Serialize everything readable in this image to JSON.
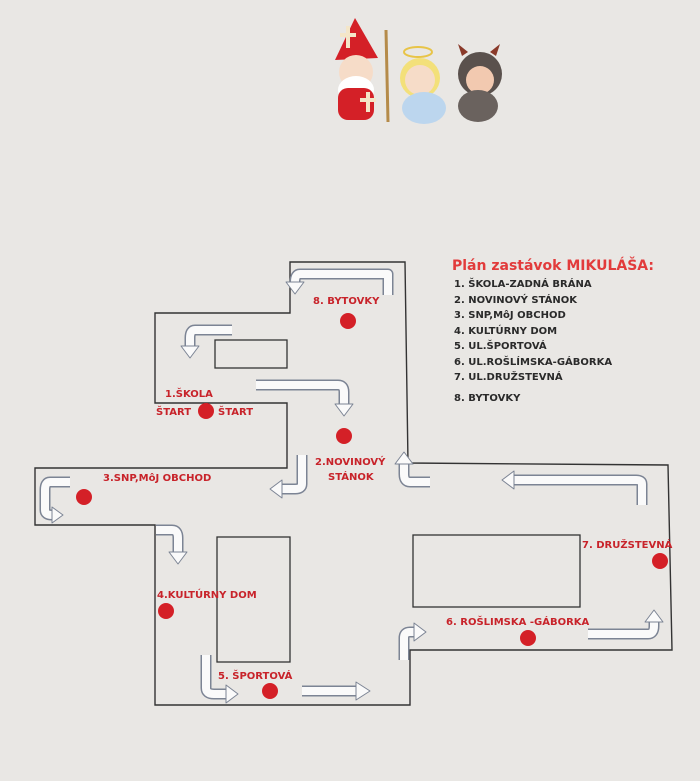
{
  "legend": {
    "title": "Plán zastávok MIKULÁŠA:",
    "items": [
      "1.  ŠKOLA-ZADNÁ BRÁNA",
      "2.  NOVINOVÝ STÁNOK",
      "3.  SNP,MôJ OBCHOD",
      "4.  KULTÚRNY DOM",
      "5.  UL.ŠPORTOVÁ",
      "6.  UL.ROŠLÍMSKA-GÁBORKA",
      "7.  UL.DRUŽSTEVNÁ",
      "8.  BYTOVKY"
    ]
  },
  "stops": {
    "bytovky": "8. BYTOVKY",
    "skola": "1.ŠKOLA",
    "start_left": "ŠTART",
    "start_right": "ŠTART",
    "novinovy_1": "2.NOVINOVÝ",
    "novinovy_2": "STÁNOK",
    "snp": "3.SNP,MôJ OBCHOD",
    "kulturny": "4.KULTÚRNY DOM",
    "sportova": "5. ŠPORTOVÁ",
    "roslimska": "6. ROŠLIMSKA -GÁBORKA",
    "druzstevna": "7. DRUŽSTEVNÁ"
  },
  "colors": {
    "stop": "#d42027",
    "label": "#c8232a",
    "road": "#333333"
  }
}
